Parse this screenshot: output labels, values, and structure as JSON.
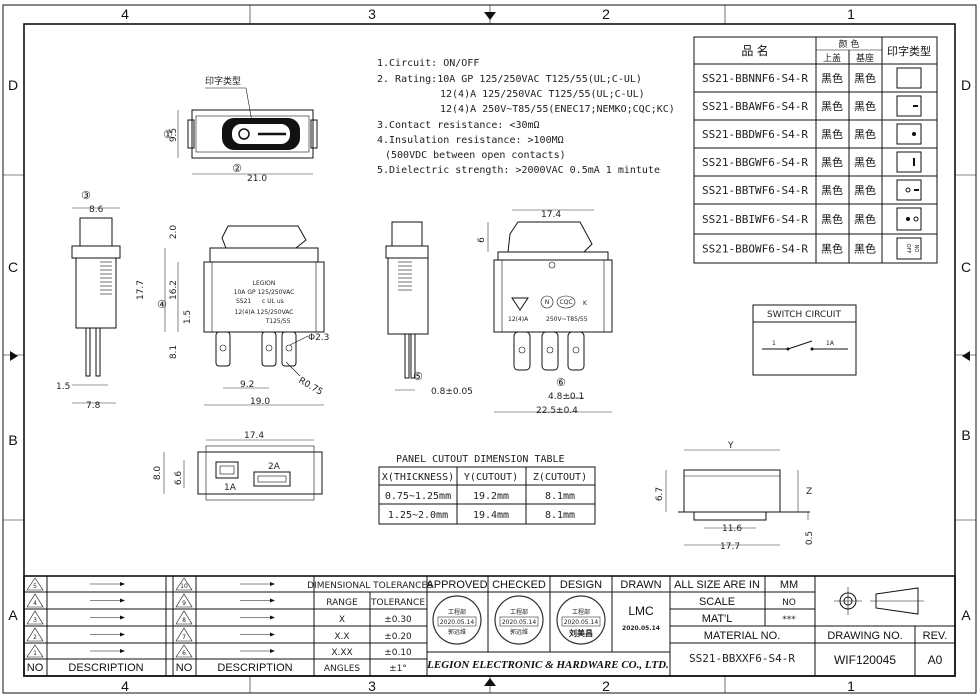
{
  "border": {
    "columns": [
      "4",
      "3",
      "2",
      "1"
    ],
    "rows": [
      "D",
      "C",
      "B",
      "A"
    ]
  },
  "specs": {
    "items": [
      "1.Circuit: ON/OFF",
      "2. Rating:10A GP 125/250VAC T125/55(UL;C-UL)",
      "12(4)A 125/250VAC T125/55(UL;C-UL)",
      "12(4)A 250V~T85/55(ENEC17;NEMKO;CQC;KC)",
      "3.Contact resistance: <30mΩ",
      "4.Insulation resistance: >100MΩ",
      "(500VDC between open contacts)",
      "5.Dielectric strength: >2000VAC 0.5mA 1 mintute"
    ]
  },
  "variant_table": {
    "header_name": "品 名",
    "header_color": "颜 色",
    "header_top": "上盖",
    "header_base": "基座",
    "header_print": "印字类型",
    "rows": [
      {
        "part": "SS21-BBNNF6-S4-R",
        "top": "黑色",
        "base": "黑色",
        "print": "none"
      },
      {
        "part": "SS21-BBAWF6-S4-R",
        "top": "黑色",
        "base": "黑色",
        "print": "dash"
      },
      {
        "part": "SS21-BBDWF6-S4-R",
        "top": "黑色",
        "base": "黑色",
        "print": "dot"
      },
      {
        "part": "SS21-BBGWF6-S4-R",
        "top": "黑色",
        "base": "黑色",
        "print": "bar"
      },
      {
        "part": "SS21-BBTWF6-S4-R",
        "top": "黑色",
        "base": "黑色",
        "print": "o-dash"
      },
      {
        "part": "SS21-BBIWF6-S4-R",
        "top": "黑色",
        "base": "黑色",
        "print": "dot-o"
      },
      {
        "part": "SS21-BBOWF6-S4-R",
        "top": "黑色",
        "base": "黑色",
        "print": "on-off"
      }
    ],
    "print_on": "NO",
    "print_off": "OFF"
  },
  "switch_circuit": {
    "title": "SWITCH CIRCUIT",
    "left": "1",
    "right": "1A"
  },
  "top_view": {
    "label": "印字类型",
    "marker_1": "①",
    "dim_height": "9.5",
    "marker_2": "②",
    "dim_width": "21.0"
  },
  "front_view": {
    "brand": "LEGION",
    "rating_line1": "10A GP 125/250VAC",
    "series": "SS21",
    "mark": "c UL us",
    "rating_line2": "12(4)A 125/250VAC",
    "rating_line3": "T125/55",
    "marker_4": "④",
    "dim_2_0": "2.0",
    "dim_17_7": "17.7",
    "dim_16_2": "16.2",
    "dim_1_5": "1.5",
    "dim_8_1": "8.1",
    "dim_hole": "Φ2.3",
    "dim_r": "R0.75",
    "dim_9_2": "9.2",
    "dim_19_0": "19.0"
  },
  "side_view_left": {
    "marker_3": "③",
    "dim_8_6": "8.6",
    "dim_1_5": "1.5",
    "dim_7_8": "7.8"
  },
  "side_view_mid": {
    "marker_5": "⑤",
    "dim_terminal": "0.8±0.05"
  },
  "back_view": {
    "dim_17_4": "17.4",
    "dim_6": "6",
    "rating": "12(4)A",
    "rating2": "250V~T85/55",
    "cert1": "N",
    "cert2": "CQC",
    "cert3": "K",
    "marker_6": "⑥",
    "dim_4_8": "4.8±0.1",
    "dim_22_5": "22.5±0.4"
  },
  "bottom_view": {
    "dim_17_4": "17.4",
    "dim_8_0": "8.0",
    "dim_6_6": "6.6",
    "term_1a": "1A",
    "term_2a": "2A"
  },
  "cutout_table": {
    "title": "PANEL CUTOUT DIMENSION TABLE",
    "headers": [
      "X(THICKNESS)",
      "Y(CUTOUT)",
      "Z(CUTOUT)"
    ],
    "rows": [
      [
        "0.75~1.25mm",
        "19.2mm",
        "8.1mm"
      ],
      [
        "1.25~2.0mm",
        "19.4mm",
        "8.1mm"
      ]
    ]
  },
  "panel_cutout": {
    "y": "Y",
    "z": "Z",
    "dim_6_7": "6.7",
    "dim_11_6": "11.6",
    "dim_17_7": "17.7",
    "dim_0_5": "0.5"
  },
  "title_block": {
    "rev_left": [
      "5",
      "4",
      "3",
      "2",
      "1"
    ],
    "rev_mid": [
      "10",
      "9",
      "8",
      "7",
      "6"
    ],
    "no_label": "NO",
    "desc_label": "DESCRIPTION",
    "tol_title": "DIMENSIONAL TOLERANCES",
    "tol_range": "RANGE",
    "tol_tolerance": "TOLERANCE",
    "tol_rows": [
      [
        "X",
        "±0.30"
      ],
      [
        "X.X",
        "±0.20"
      ],
      [
        "X.XX",
        "±0.10"
      ],
      [
        "ANGLES",
        "±1°"
      ]
    ],
    "approved": "APPROVED",
    "checked": "CHECKED",
    "design": "DESIGN",
    "drawn": "DRAWN",
    "stamp_dept": "工程部",
    "stamp_date": "2020.05.14",
    "sig_approved": "郭远维",
    "sig_checked": "郭远维",
    "sig_design": "刘美昌",
    "drawn_name": "LMC",
    "drawn_date": "2020.05.14",
    "company": "LEGION ELECTRONIC & HARDWARE CO., LTD.",
    "size_label": "ALL SIZE ARE IN",
    "size_value": "MM",
    "scale_label": "SCALE",
    "scale_value": "NO",
    "matl_label": "MAT'L",
    "matl_value": "***",
    "material_no_label": "MATERIAL NO.",
    "material_no": "SS21-BBXXF6-S4-R",
    "drawing_no_label": "DRAWING NO.",
    "drawing_no": "WIF120045",
    "rev_label": "REV.",
    "rev_value": "A0"
  }
}
